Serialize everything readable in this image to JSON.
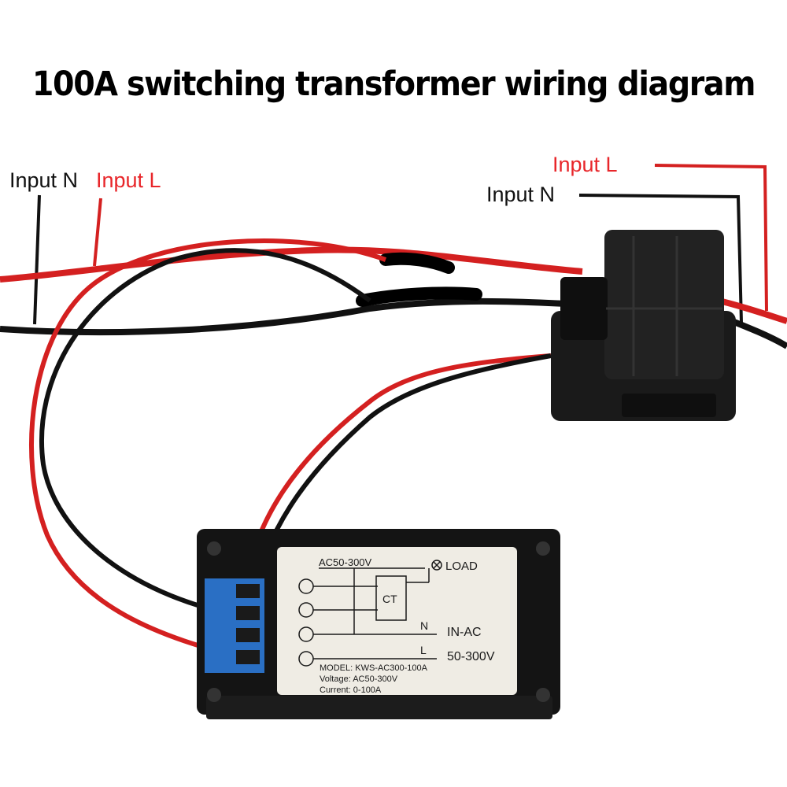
{
  "title": "100A switching transformer wiring diagram",
  "labels": {
    "left_n": "Input N",
    "left_l": "Input L",
    "right_l": "Input L",
    "right_n": "Input N"
  },
  "module_label": {
    "voltage_range": "AC50-300V",
    "load": "LOAD",
    "ct": "CT",
    "n": "N",
    "l": "L",
    "in_ac": "IN-AC",
    "range": "50-300V",
    "model": "MODEL: KWS-AC300-100A",
    "voltage": "Voltage: AC50-300V",
    "current": "Current: 0-100A"
  },
  "colors": {
    "red_wire": "#d42020",
    "black_wire": "#111111",
    "label_red": "#e8262a",
    "label_black": "#111111",
    "terminal_blue": "#2a6fc4",
    "housing": "#141414",
    "plate": "#efece4"
  }
}
